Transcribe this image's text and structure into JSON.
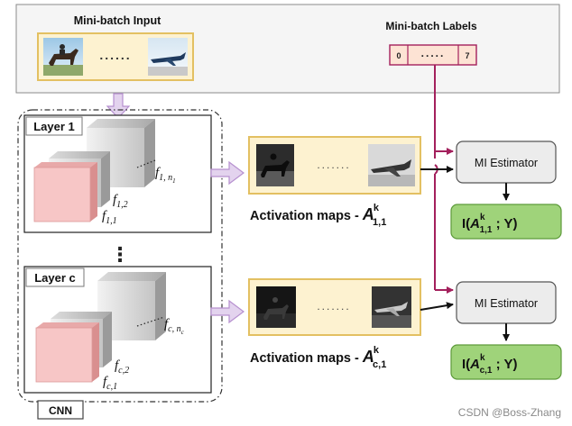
{
  "top_panel": {
    "input_title": "Mini-batch Input",
    "labels_title": "Mini-batch Labels",
    "label_first": "0",
    "label_last": "7",
    "dots": "......",
    "label_dots": "....."
  },
  "cnn": {
    "name": "CNN",
    "layer1": {
      "title": "Layer 1",
      "f_n": {
        "base": "f",
        "sub": "1, n",
        "subsub": "1"
      },
      "f_2": {
        "base": "f",
        "sub": "1,2"
      },
      "f_1": {
        "base": "f",
        "sub": "1,1"
      }
    },
    "vdots": "⋮",
    "layerc": {
      "title": "Layer c",
      "f_n": {
        "base": "f",
        "sub": "c, n",
        "subsub": "c"
      },
      "f_2": {
        "base": "f",
        "sub": "c,2"
      },
      "f_1": {
        "base": "f",
        "sub": "c,1"
      }
    }
  },
  "activation": {
    "row1": {
      "prefix": "Activation maps - ",
      "symbol": "A",
      "sup": "k",
      "sub": "1,1",
      "dots": "......."
    },
    "rowc": {
      "prefix": "Activation maps - ",
      "symbol": "A",
      "sup": "k",
      "sub": "c,1",
      "dots": "......."
    }
  },
  "mi": {
    "estimator1": "MI Estimator",
    "estimatorc": "MI Estimator",
    "result1": {
      "open": "I(",
      "symbol": "A",
      "sup": "k",
      "sub": "1,1",
      "close": " ; Y)"
    },
    "resultc": {
      "open": "I(",
      "symbol": "A",
      "sup": "k",
      "sub": "c,1",
      "close": " ; Y)"
    }
  },
  "watermark": "CSDN @Boss-Zhang",
  "colors": {
    "yellow_fill": "#fdf2d0",
    "yellow_stroke": "#e3c062",
    "pink_fill": "#f7c6c6",
    "green_fill": "#9fd37a",
    "maroon": "#a3205c",
    "purple_arrow": "#c5a8d8"
  }
}
